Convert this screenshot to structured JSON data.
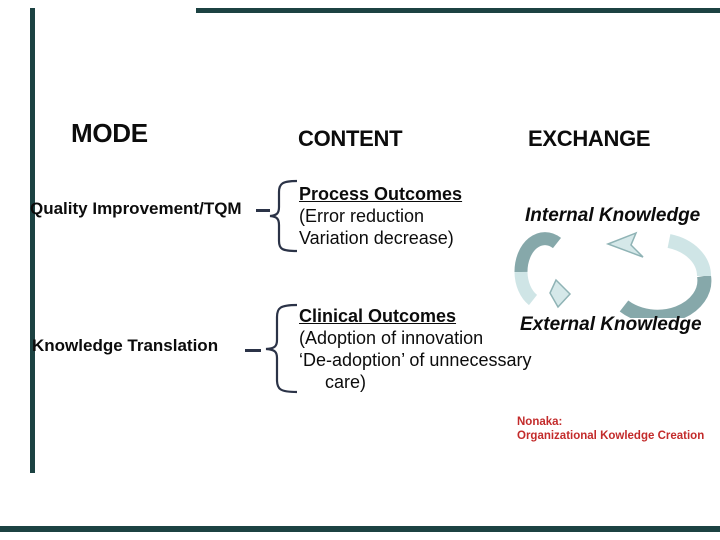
{
  "slide": {
    "headers": {
      "mode": "MODE",
      "content": "CONTENT",
      "exchange": "EXCHANGE"
    },
    "rows": [
      {
        "mode_label": "Quality Improvement/TQM",
        "content_title": "Process Outcomes",
        "content_lines": [
          "(Error reduction",
          "Variation decrease)"
        ]
      },
      {
        "mode_label": "Knowledge Translation",
        "content_title": "Clinical Outcomes",
        "content_lines": [
          "(Adoption of innovation",
          "‘De-adoption’ of unnecessary",
          "care)"
        ]
      }
    ],
    "exchange": {
      "internal_label": "Internal Knowledge",
      "external_label": "External Knowledge"
    },
    "citation": {
      "line1": "Nonaka:",
      "line2": "Organizational Kowledge Creation"
    },
    "colors": {
      "accent_bar": "#1c4242",
      "citation_red": "#c32b2b",
      "arrow_dark": "#86a8aa",
      "arrow_light": "#cfe5e6",
      "arrow_outline": "#8fb3b5",
      "bracket": "#2b3347"
    }
  }
}
